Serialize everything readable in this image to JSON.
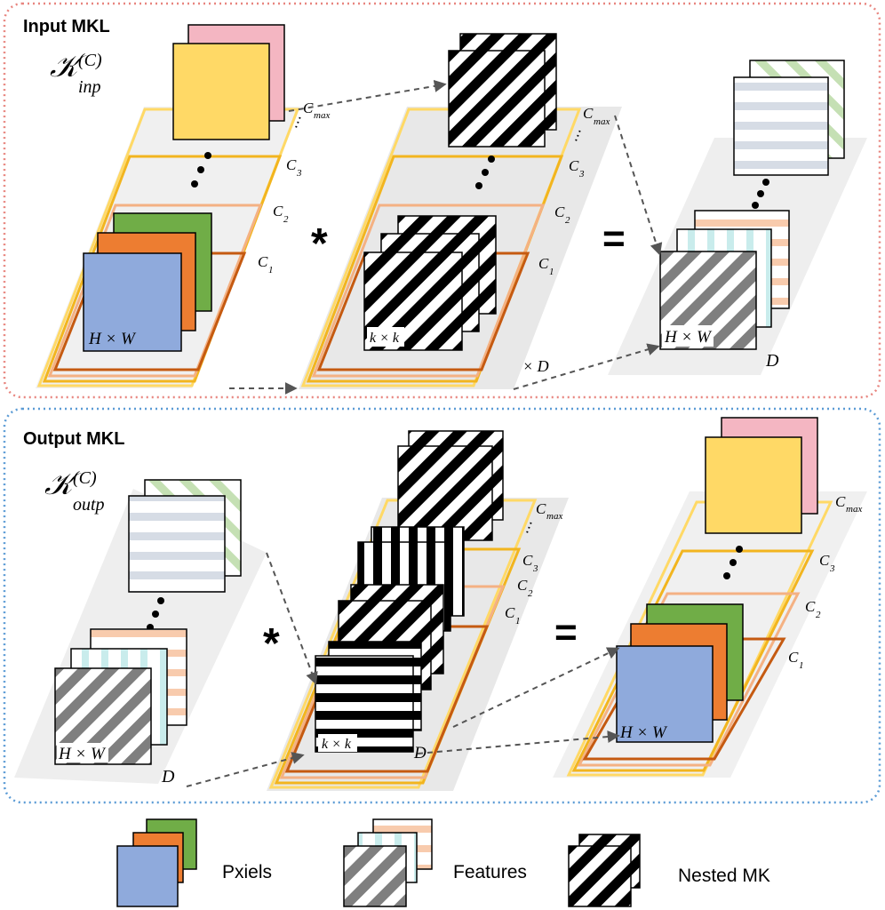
{
  "panels": {
    "input": {
      "title": "Input MKL",
      "kernel_main": "𝒦",
      "kernel_sup": "(C)",
      "kernel_sub": "inp",
      "border_color": "#e8857f"
    },
    "output": {
      "title": "Output MKL",
      "kernel_main": "𝒦",
      "kernel_sup": "(C)",
      "kernel_sub": "outp",
      "border_color": "#5b9bd5"
    }
  },
  "operators": {
    "conv": "*",
    "equals": "=",
    "dots": "⋯"
  },
  "labels": {
    "hw": "H × W",
    "kk": "k × k",
    "d": "D",
    "times_d": "× D",
    "c_max": "C",
    "c_max_sub": "max",
    "c3": "C",
    "c3_sub": "3",
    "c2": "C",
    "c2_sub": "2",
    "c1": "C",
    "c1_sub": "1"
  },
  "legend": {
    "pixels": "Pxiels",
    "features": "Features",
    "nested": "Nested MK"
  },
  "colors": {
    "blue": "#8faadc",
    "orange": "#ed7d31",
    "green": "#70ad47",
    "yellow": "#ffd966",
    "pink": "#f4b6c2",
    "c1": "#c55a11",
    "c2": "#f4b183",
    "c3": "#f2b51f",
    "cmax": "#ffd966"
  }
}
